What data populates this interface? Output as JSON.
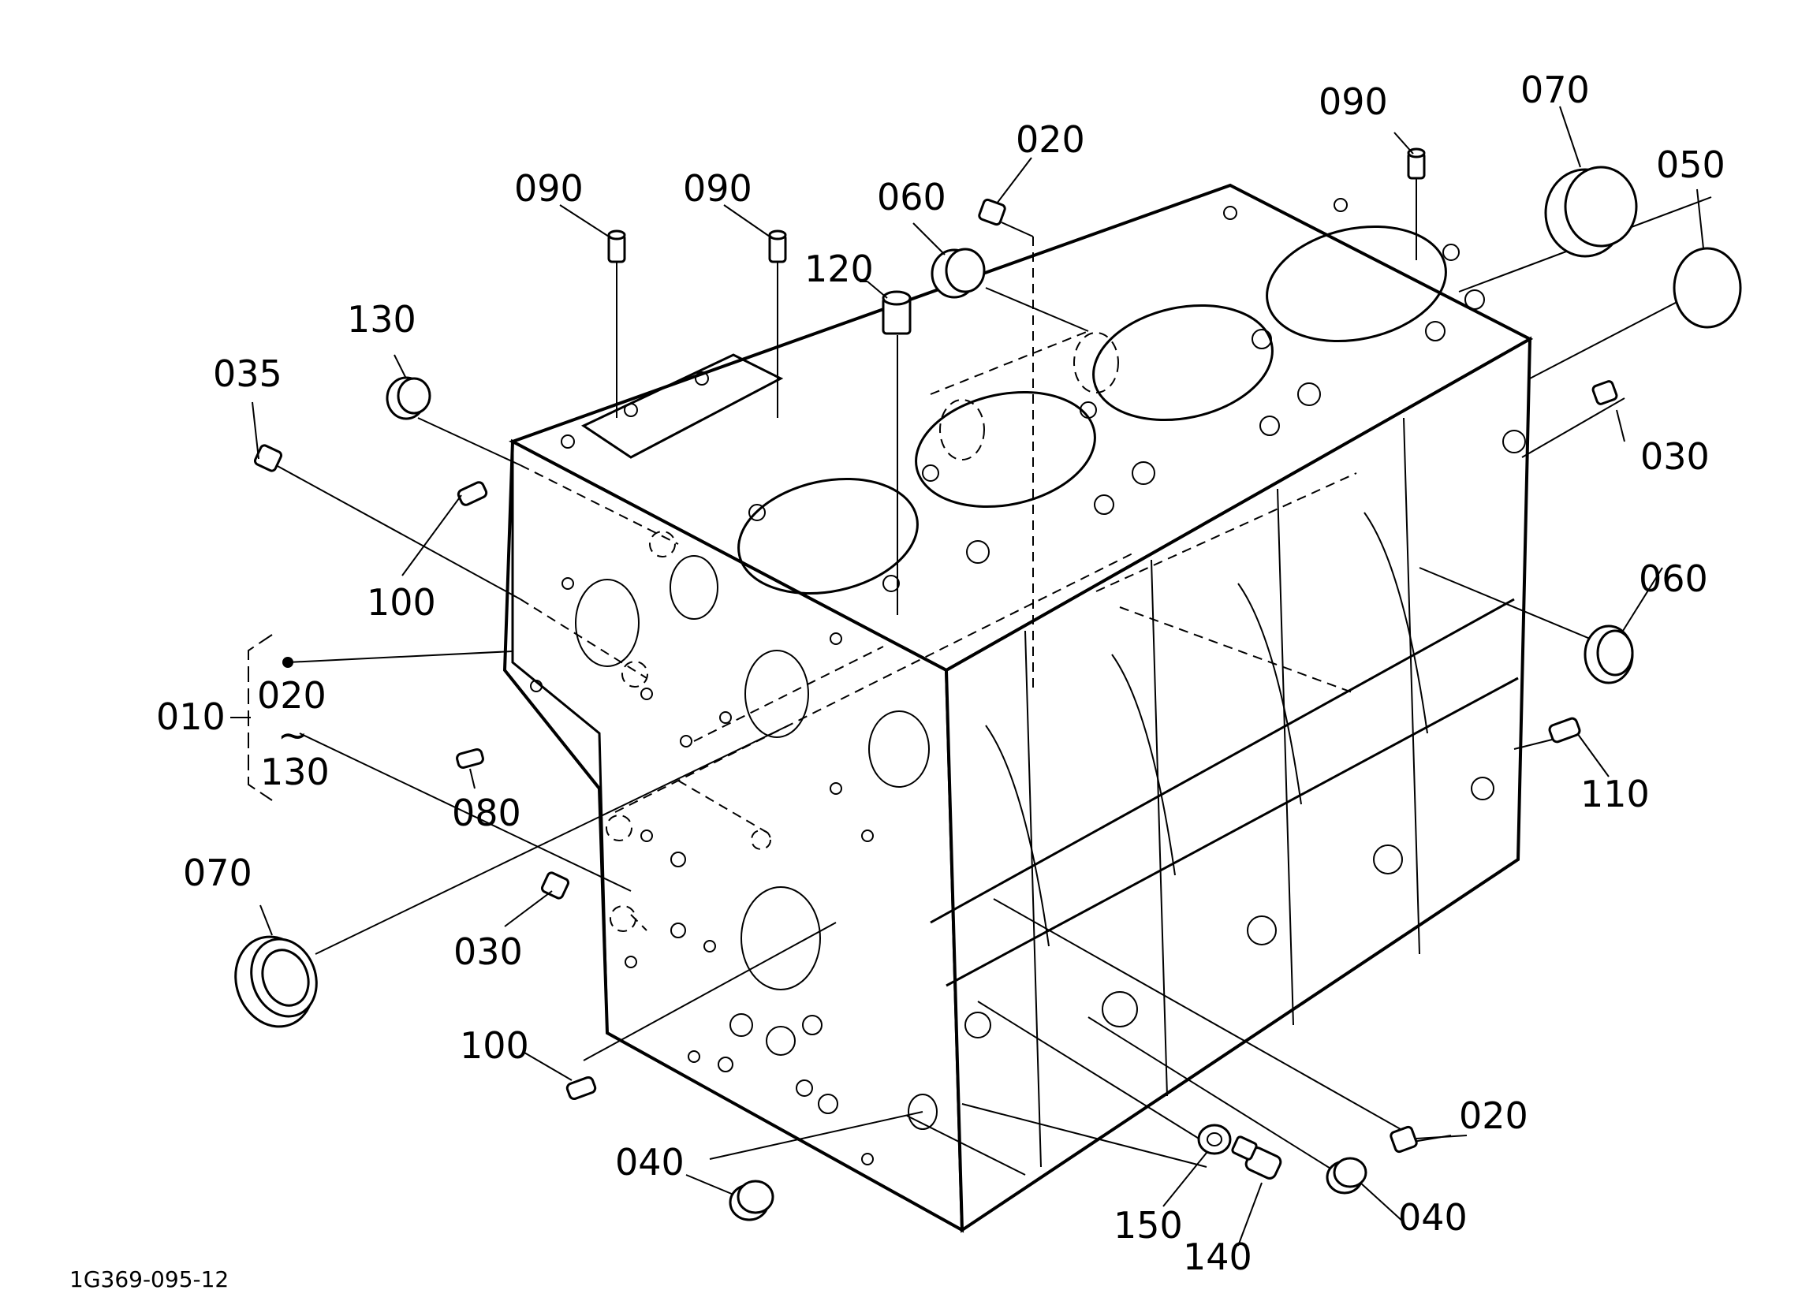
{
  "drawing": {
    "code": "1G369-095-12",
    "callouts": [
      {
        "id": "090-a",
        "text": "090"
      },
      {
        "id": "090-b",
        "text": "090"
      },
      {
        "id": "090-c",
        "text": "090"
      },
      {
        "id": "020-a",
        "text": "020"
      },
      {
        "id": "020-b",
        "text": "020"
      },
      {
        "id": "070-a",
        "text": "070"
      },
      {
        "id": "070-b",
        "text": "070"
      },
      {
        "id": "050",
        "text": "050"
      },
      {
        "id": "060-a",
        "text": "060"
      },
      {
        "id": "060-b",
        "text": "060"
      },
      {
        "id": "120",
        "text": "120"
      },
      {
        "id": "130",
        "text": "130"
      },
      {
        "id": "035",
        "text": "035"
      },
      {
        "id": "030-a",
        "text": "030"
      },
      {
        "id": "030-b",
        "text": "030"
      },
      {
        "id": "100-a",
        "text": "100"
      },
      {
        "id": "100-b",
        "text": "100"
      },
      {
        "id": "080",
        "text": "080"
      },
      {
        "id": "110",
        "text": "110"
      },
      {
        "id": "040-a",
        "text": "040"
      },
      {
        "id": "040-b",
        "text": "040"
      },
      {
        "id": "150",
        "text": "150"
      },
      {
        "id": "140",
        "text": "140"
      }
    ],
    "assembly": {
      "main": "010",
      "range_start": "020",
      "range_tilde": "~",
      "range_end": "130"
    }
  }
}
